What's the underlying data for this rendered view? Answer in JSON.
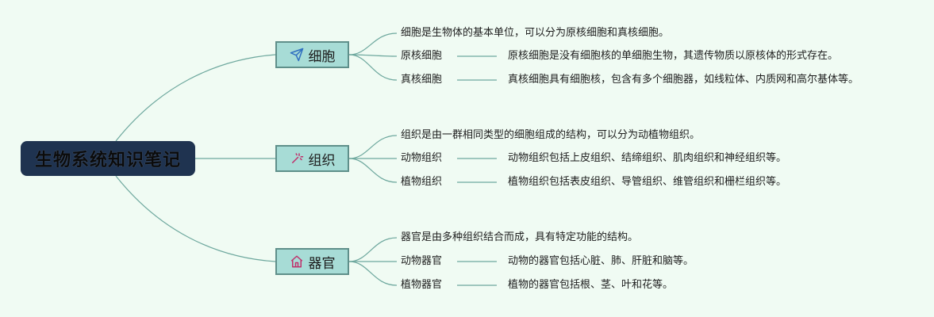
{
  "root": {
    "label": "生物系统知识笔记"
  },
  "branches": [
    {
      "label": "细胞",
      "icon": "paper-plane-icon",
      "summary": "细胞是生物体的基本单位，可以分为原核细胞和真核细胞。",
      "items": [
        {
          "term": "原核细胞",
          "desc": "原核细胞是没有细胞核的单细胞生物，其遗传物质以原核体的形式存在。"
        },
        {
          "term": "真核细胞",
          "desc": "真核细胞具有细胞核，包含有多个细胞器，如线粒体、内质网和高尔基体等。"
        }
      ]
    },
    {
      "label": "组织",
      "icon": "magic-wand-icon",
      "summary": "组织是由一群相同类型的细胞组成的结构，可以分为动植物组织。",
      "items": [
        {
          "term": "动物组织",
          "desc": "动物组织包括上皮组织、结缔组织、肌肉组织和神经组织等。"
        },
        {
          "term": "植物组织",
          "desc": "植物组织包括表皮组织、导管组织、维管组织和栅栏组织等。"
        }
      ]
    },
    {
      "label": "器官",
      "icon": "home-icon",
      "summary": "器官是由多种组织结合而成，具有特定功能的结构。",
      "items": [
        {
          "term": "动物器官",
          "desc": "动物的器官包括心脏、肺、肝脏和脑等。"
        },
        {
          "term": "植物器官",
          "desc": "植物的器官包括根、茎、叶和花等。"
        }
      ]
    }
  ],
  "colors": {
    "background": "#f0fbf3",
    "root_fill": "#1f3350",
    "branch_fill": "#a7dcd6",
    "branch_border": "#5f8f8a",
    "line": "#6ea89e",
    "icon_plane": "#2f6fc0",
    "icon_wand": "#c0306b",
    "icon_home": "#c0306b"
  }
}
